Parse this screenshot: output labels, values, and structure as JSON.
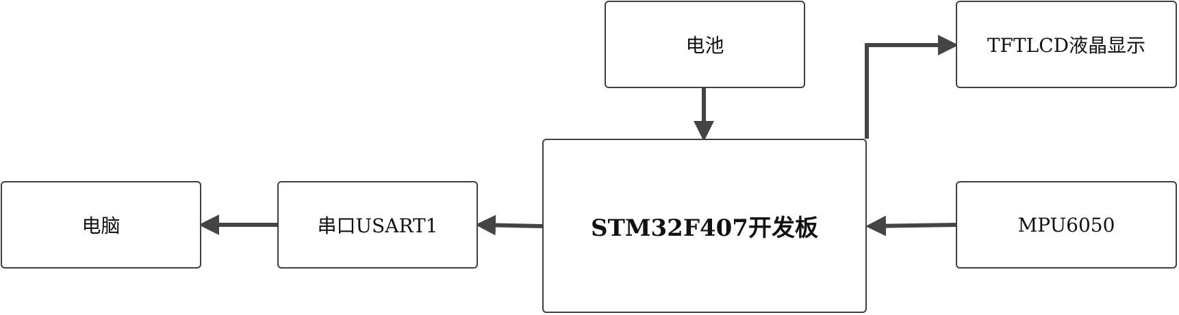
{
  "nodes": {
    "battery": "电池",
    "lcd": "TFTLCD液晶显示",
    "board": "STM32F407开发板",
    "computer": "电脑",
    "usart": "串口USART1",
    "mpu": "MPU6050"
  },
  "colors": {
    "stroke": "#3f3f3f",
    "arrow": "#444444",
    "text": "#111111",
    "background": "#ffffff"
  }
}
